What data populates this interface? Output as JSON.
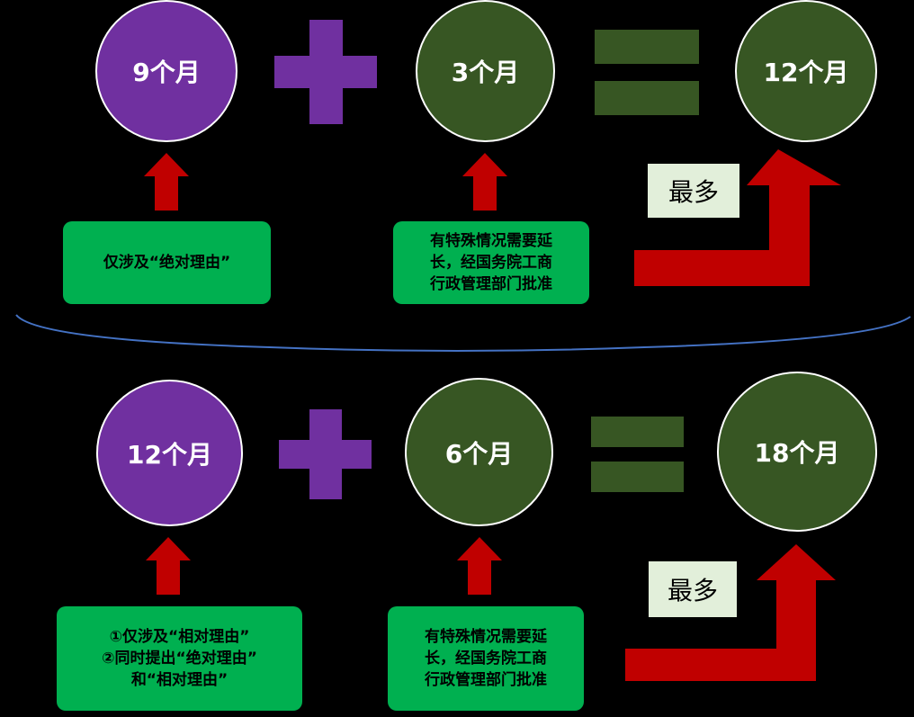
{
  "colors": {
    "background": "#000000",
    "purple": "#7030a0",
    "dark_green": "#375623",
    "box_green": "#00b050",
    "arrow_red": "#c00000",
    "label_bg": "#e2efda",
    "separator_blue": "#4472c4"
  },
  "top": {
    "circle1": "9个月",
    "circle2": "3个月",
    "circle3": "12个月",
    "box1": {
      "lines": [
        "仅涉及“绝对理由”"
      ]
    },
    "box2": {
      "lines": [
        "有特殊情况需要延",
        "长，经国务院工商",
        "行政管理部门批准"
      ]
    },
    "most_label": "最多"
  },
  "bottom": {
    "circle1": "12个月",
    "circle2": "6个月",
    "circle3": "18个月",
    "box1": {
      "lines": [
        "①仅涉及“相对理由”",
        "②同时提出“绝对理由”",
        "和“相对理由”"
      ]
    },
    "box2": {
      "lines": [
        "有特殊情况需要延",
        "长，经国务院工商",
        "行政管理部门批准"
      ]
    },
    "most_label": "最多"
  }
}
